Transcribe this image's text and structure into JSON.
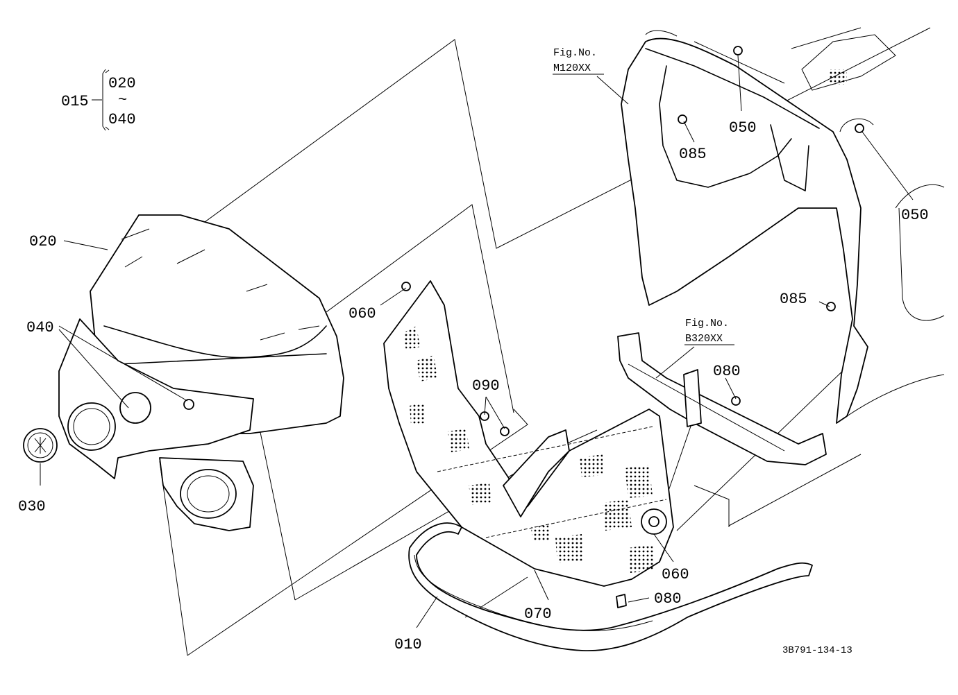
{
  "diagram": {
    "callouts": {
      "c015": "015",
      "c020_range": "020",
      "c040_range": "040",
      "c020": "020",
      "c040": "040",
      "c030": "030",
      "c060_top": "060",
      "c090": "090",
      "c060_bottom": "060",
      "c070": "070",
      "c010": "010",
      "c080_bottom": "080",
      "c080_right": "080",
      "c085_right": "085",
      "c085_top": "085",
      "c050_top": "050",
      "c050_right": "050"
    },
    "figure_refs": [
      {
        "label": "Fig.No.",
        "code": "M120XX"
      },
      {
        "label": "Fig.No.",
        "code": "B320XX"
      }
    ],
    "drawing_number": "3B791-134-13"
  }
}
